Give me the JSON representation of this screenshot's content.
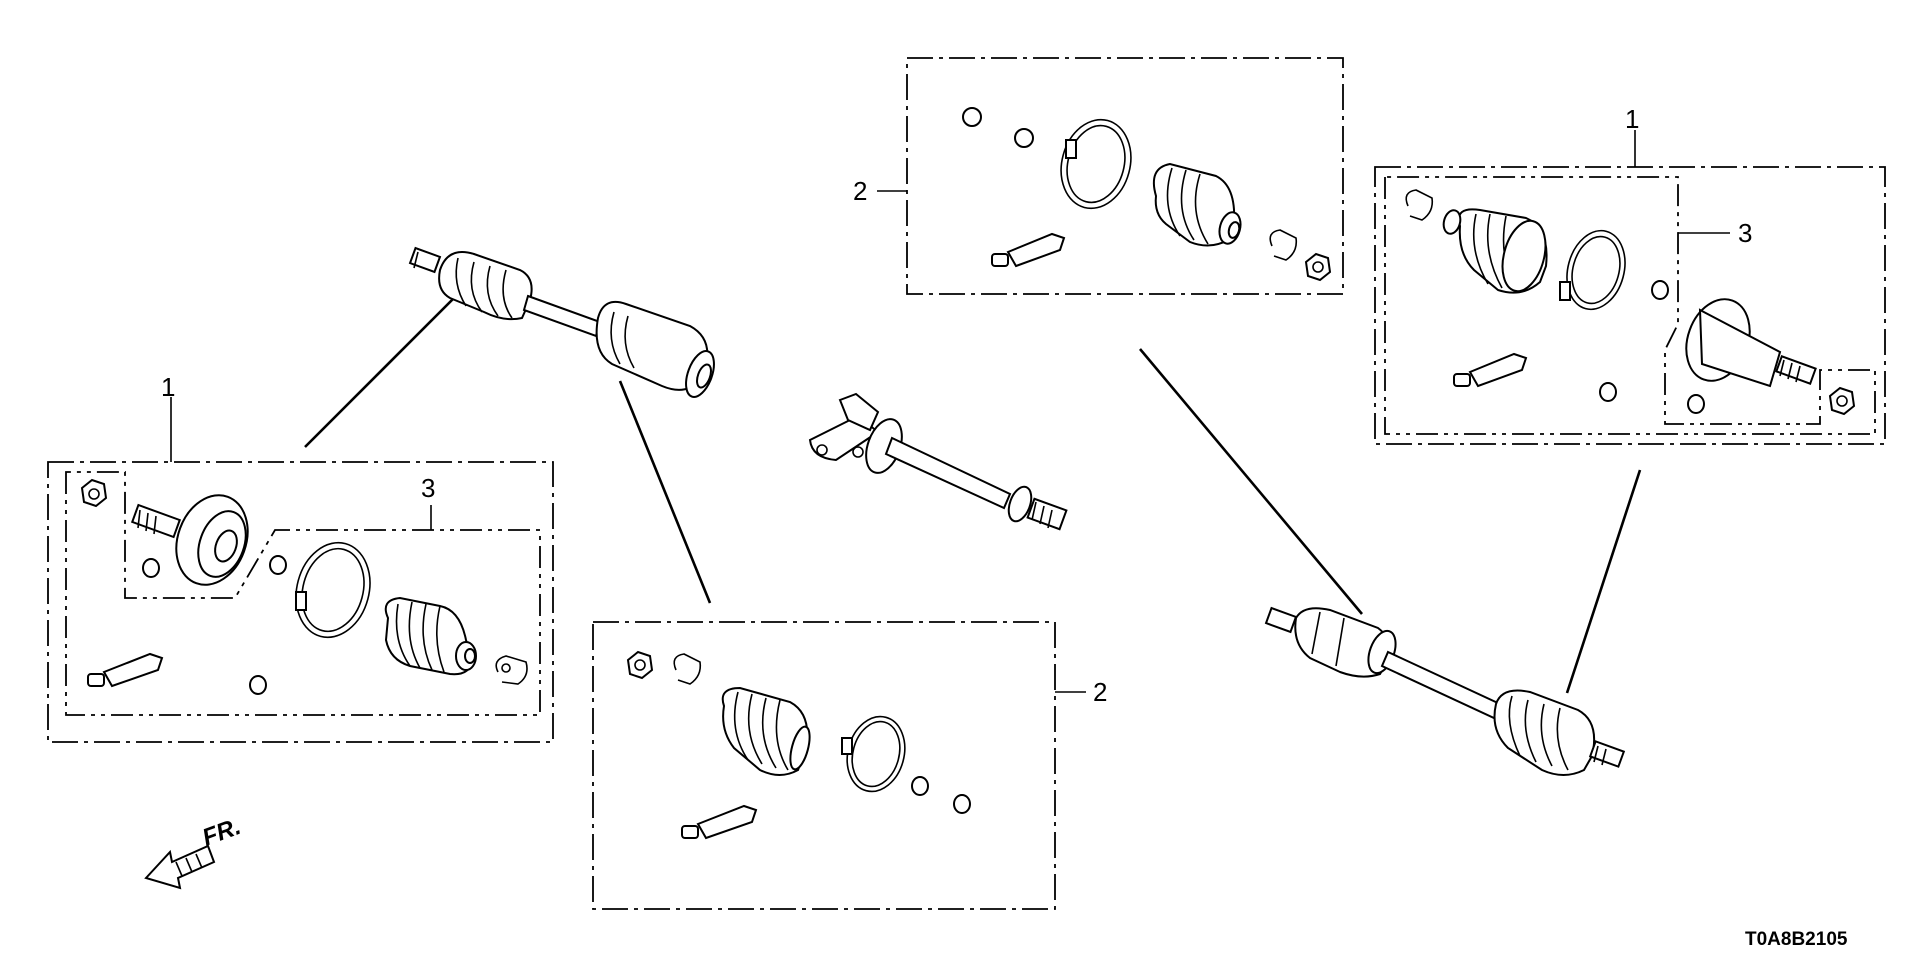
{
  "diagram": {
    "callouts": {
      "left_kit_assembly": "1",
      "left_kit_inner": "3",
      "center_kit": "2",
      "top_kit": "2",
      "right_kit_assembly": "1",
      "right_kit_inner": "3"
    },
    "front_indicator": "FR.",
    "drawing_code": "T0A8B2105"
  }
}
